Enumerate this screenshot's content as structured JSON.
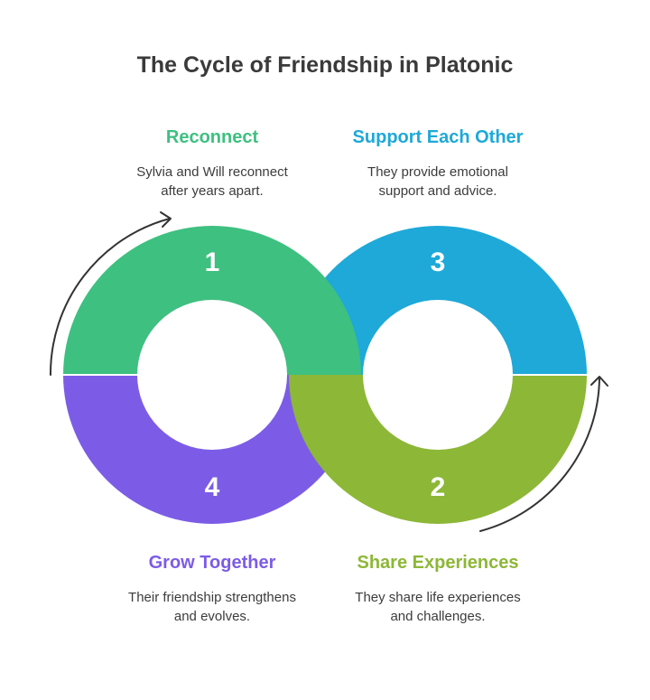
{
  "title": "The Cycle of Friendship in Platonic",
  "colors": {
    "reconnect": "#3ec080",
    "support": "#1ea9d8",
    "share": "#8db737",
    "grow": "#7c5ce6",
    "arrow": "#333333"
  },
  "steps": [
    {
      "number": "1",
      "label": "Reconnect",
      "description_lines": [
        "Sylvia and Will reconnect",
        "after years apart."
      ]
    },
    {
      "number": "2",
      "label": "Share Experiences",
      "description_lines": [
        "They share life experiences",
        "and challenges."
      ]
    },
    {
      "number": "3",
      "label": "Support Each Other",
      "description_lines": [
        "They provide emotional",
        "support and advice."
      ]
    },
    {
      "number": "4",
      "label": "Grow Together",
      "description_lines": [
        "Their friendship strengthens",
        "and evolves."
      ]
    }
  ]
}
